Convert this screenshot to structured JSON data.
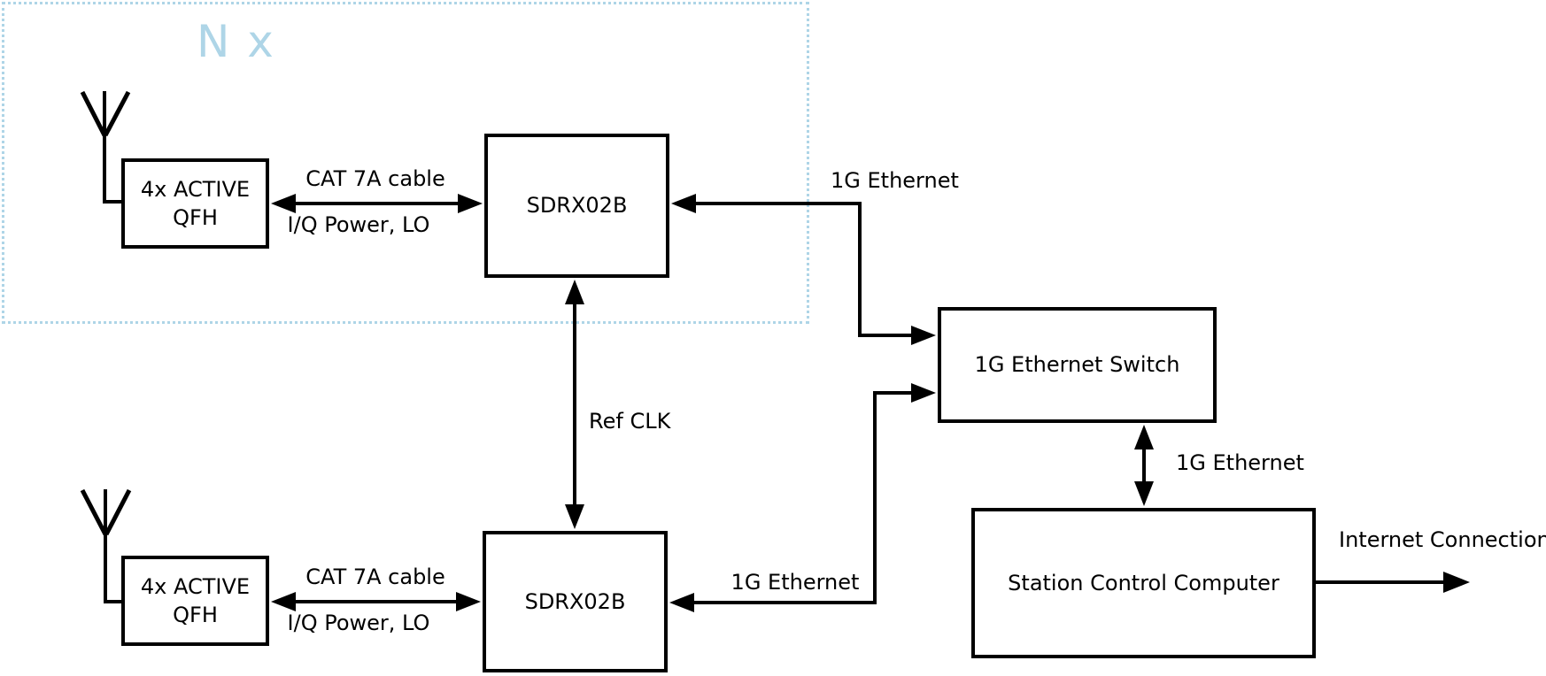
{
  "diagram": {
    "type": "block-diagram",
    "background": "#ffffff"
  },
  "colors": {
    "accent": "#aed5e7",
    "line": "#000000",
    "node_fill": "#ffffff"
  },
  "group": {
    "label": "N x",
    "border_style": "dotted"
  },
  "nodes": {
    "qfh_top": {
      "label_line1": "4x ACTIVE",
      "label_line2": "QFH"
    },
    "sdrx_top": {
      "label": "SDRX02B"
    },
    "qfh_bottom": {
      "label_line1": "4x ACTIVE",
      "label_line2": "QFH"
    },
    "sdrx_bottom": {
      "label": "SDRX02B"
    },
    "eth_switch": {
      "label": "1G Ethernet Switch"
    },
    "scc": {
      "label": "Station Control Computer"
    }
  },
  "edges": {
    "cable_top": {
      "label_above": "CAT 7A cable",
      "label_below": "I/Q Power, LO",
      "style": "double-arrow"
    },
    "cable_bottom": {
      "label_above": "CAT 7A cable",
      "label_below": "I/Q Power, LO",
      "style": "double-arrow"
    },
    "eth_top": {
      "label": "1G Ethernet",
      "from": "eth_switch",
      "to": "sdrx_top"
    },
    "eth_bottom": {
      "label": "1G Ethernet",
      "from": "eth_switch",
      "to": "sdrx_bottom"
    },
    "ref_clk": {
      "label": "Ref CLK",
      "style": "double-arrow",
      "between": [
        "sdrx_top",
        "sdrx_bottom"
      ]
    },
    "eth_scc": {
      "label": "1G Ethernet",
      "style": "double-arrow",
      "between": [
        "eth_switch",
        "scc"
      ]
    },
    "internet": {
      "label": "Internet Connection",
      "from": "scc",
      "style": "arrow-out"
    }
  },
  "icons": {
    "antenna_top": "antenna",
    "antenna_bottom": "antenna"
  }
}
